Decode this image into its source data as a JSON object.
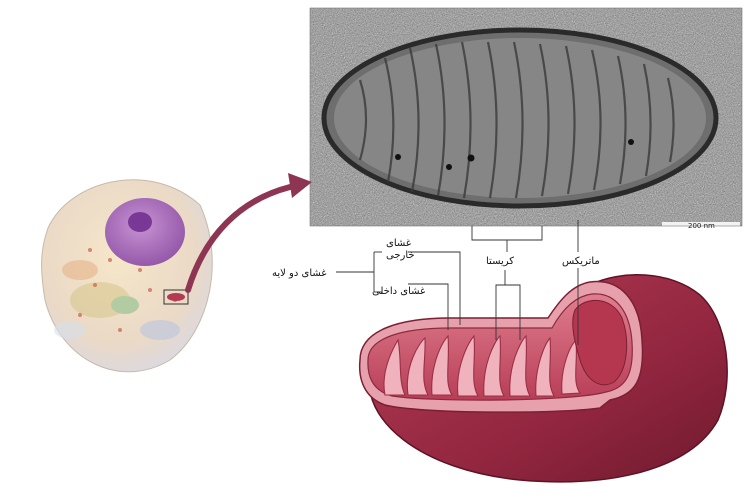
{
  "labels": {
    "outer_membrane_line1": "غشای",
    "outer_membrane_line2": "خارجی",
    "double_membrane": "غشای دو لایه",
    "inner_membrane": "غشای داخلی",
    "cristae": "کریستا",
    "matrix": "ماتریکس"
  },
  "scale_bar": {
    "label": "200 nm"
  },
  "colors": {
    "mito_outer": "#9c2a41",
    "mito_inner": "#c8485e",
    "arrow": "#8e3553",
    "nucleus": "#a060b8",
    "micrograph_bg": "#8d8d8d"
  }
}
